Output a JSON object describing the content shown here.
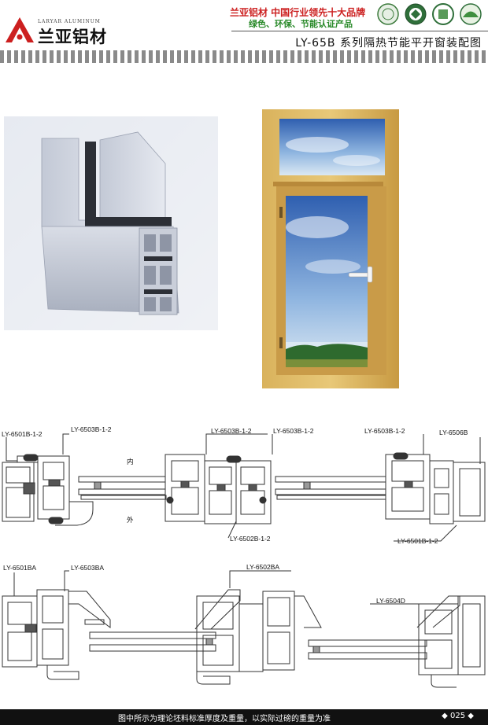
{
  "header": {
    "logo_en": "LARYAR ALUMINUM",
    "logo_cn": "兰亚铝材",
    "slogan_line1": "兰亚铝材  中国行业领先十大品牌",
    "slogan_line2": "绿色、环保、节能认证产品",
    "page_title": "LY-65B 系列隔热节能平开窗装配图"
  },
  "drawing_top": {
    "labels": {
      "l1": "LY-6501B-1-2",
      "l2": "LY-6503B-1-2",
      "l3": "LY-6503B-1-2",
      "l4": "LY-6503B-1-2",
      "l5": "LY-6503B-1-2",
      "l6": "LY-6506B",
      "l7": "LY-6502B-1-2",
      "l8": "LY-6501B-1-2"
    },
    "inside": "内",
    "outside": "外"
  },
  "drawing_bottom": {
    "labels": {
      "l1": "LY-6501BA",
      "l2": "LY-6503BA",
      "l3": "LY-6502BA",
      "l4": "LY-6504D"
    }
  },
  "footer": {
    "note": "图中所示为理论坯料标准厚度及重量，以实际过磅的重量为准",
    "page_number": "◆ 025 ◆"
  },
  "colors": {
    "brand_red": "#cc1f1f",
    "green": "#2a8a2a",
    "footer_bg": "#111111"
  }
}
